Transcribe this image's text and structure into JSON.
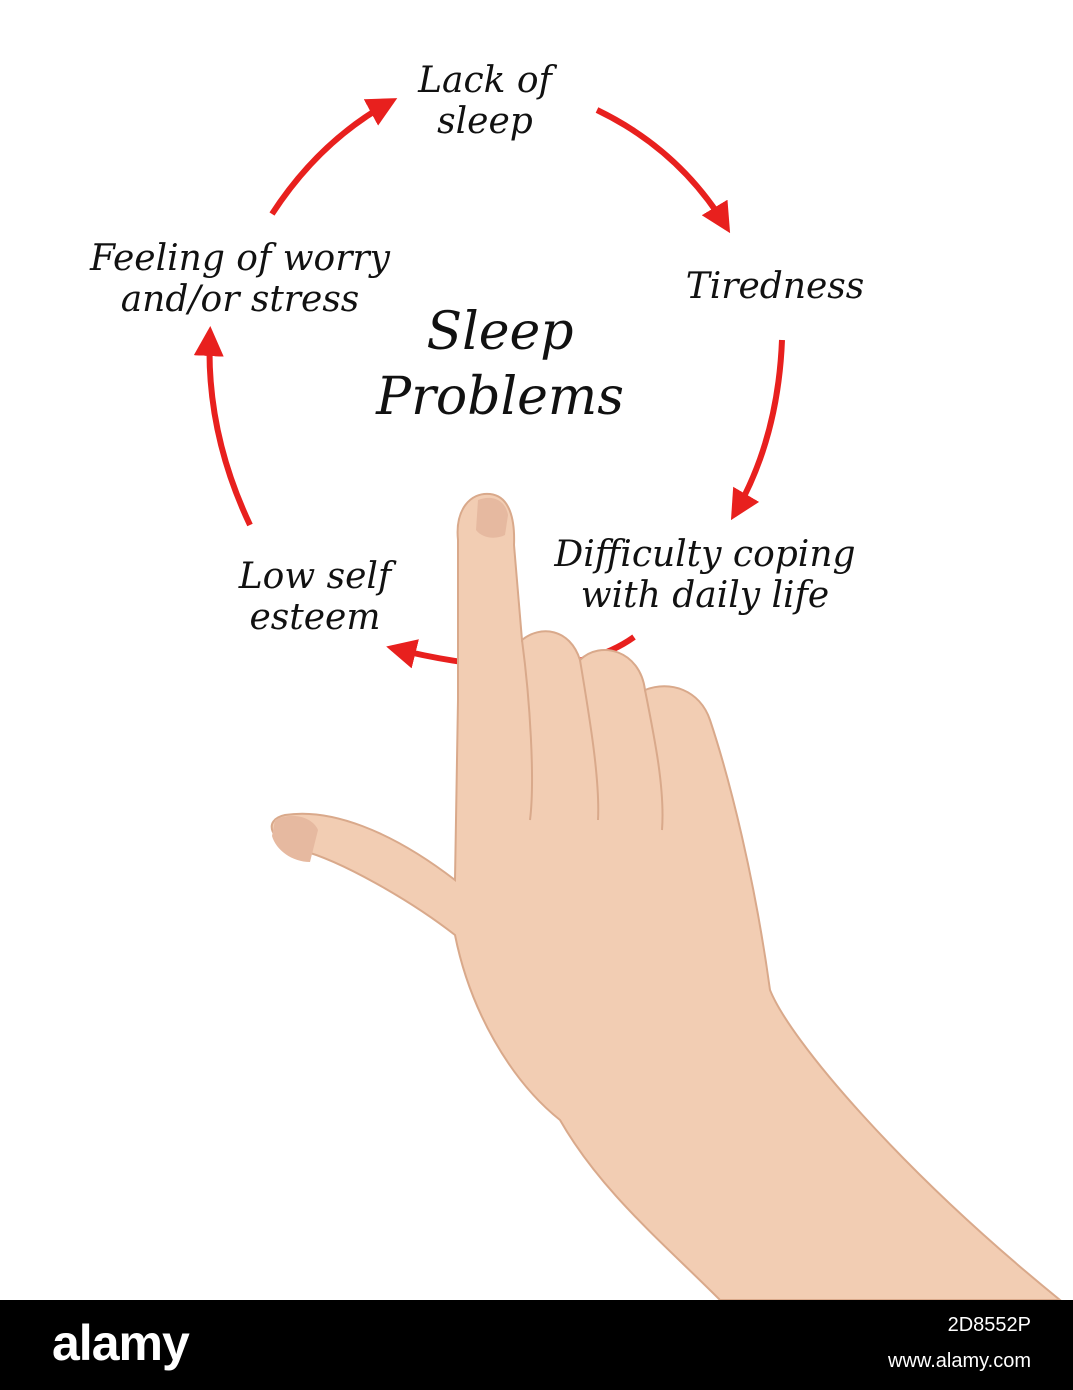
{
  "diagram": {
    "title_line1": "Sleep",
    "title_line2": "Problems",
    "nodes": [
      {
        "line1": "Lack of",
        "line2": "sleep"
      },
      {
        "line1": "Tiredness",
        "line2": ""
      },
      {
        "line1": "Difficulty coping",
        "line2": "with daily life"
      },
      {
        "line1": "Low self",
        "line2": "esteem"
      },
      {
        "line1": "Feeling of worry",
        "line2": "and/or stress"
      }
    ],
    "arrow_color": "#e8201e",
    "text_color": "#111111"
  },
  "footer": {
    "brand": "alamy",
    "image_id": "2D8552P",
    "url": "www.alamy.com"
  }
}
